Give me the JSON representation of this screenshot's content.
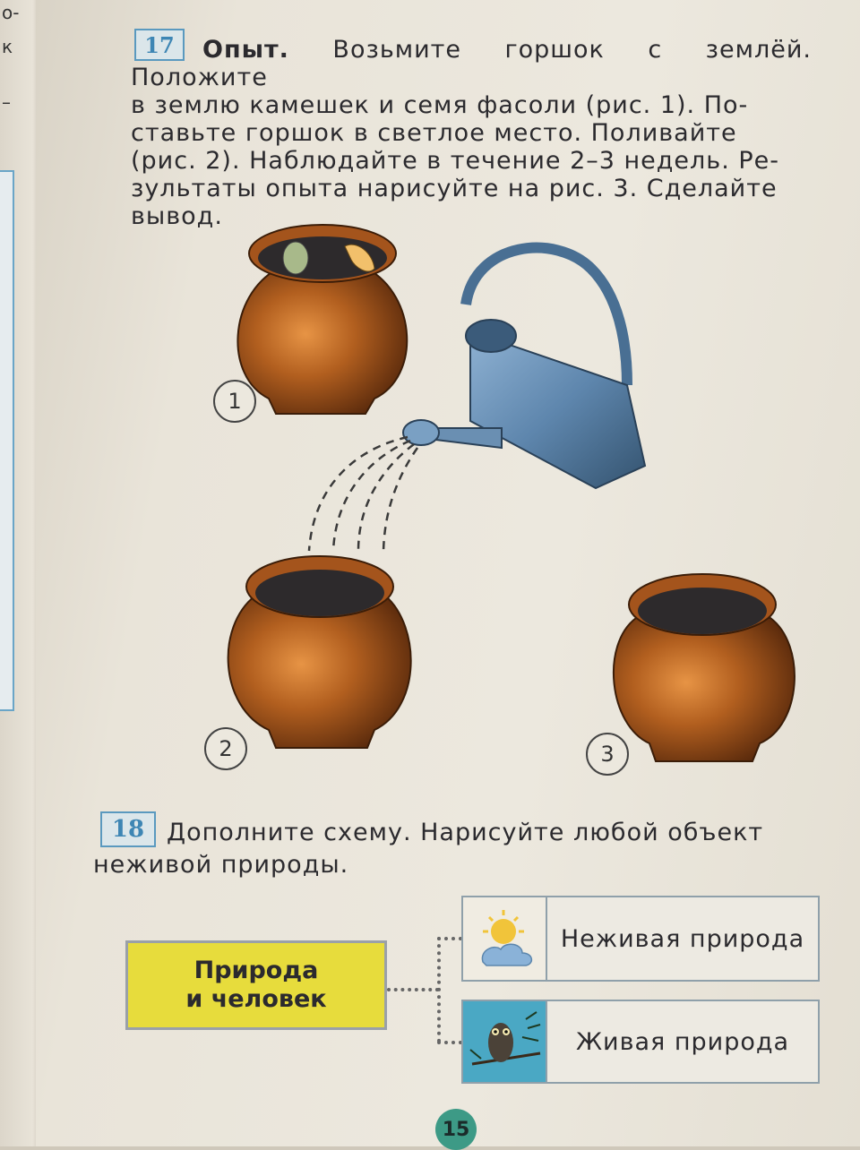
{
  "left_page": {
    "fragments": [
      "о-",
      "к",
      "–"
    ]
  },
  "task17": {
    "number": "17",
    "title": "Опыт.",
    "lines": [
      " Возьмите горшок с землёй. Положите",
      "в землю камешек и семя фасоли (рис. 1). По-",
      "ставьте горшок в светлое место. Поливайте",
      "(рис. 2). Наблюдайте в течение 2–3 недель. Ре-",
      "зультаты опыта нарисуйте на рис. 3. Сделайте",
      "вывод."
    ],
    "figures": [
      "1",
      "2",
      "3"
    ]
  },
  "task18": {
    "number": "18",
    "lines": [
      "Дополните схему. Нарисуйте любой объект",
      "неживой природы."
    ],
    "scheme": {
      "main_line1": "Природа",
      "main_line2": "и человек",
      "branch1": "Неживая природа",
      "branch2": "Живая природа"
    }
  },
  "page_number": "15",
  "colors": {
    "pot": "#a4541c",
    "soil": "#2d2a2c",
    "watering_can": "#5f86ad",
    "scheme_yellow": "#e7dc3c",
    "number_box": "#3e86b4"
  }
}
